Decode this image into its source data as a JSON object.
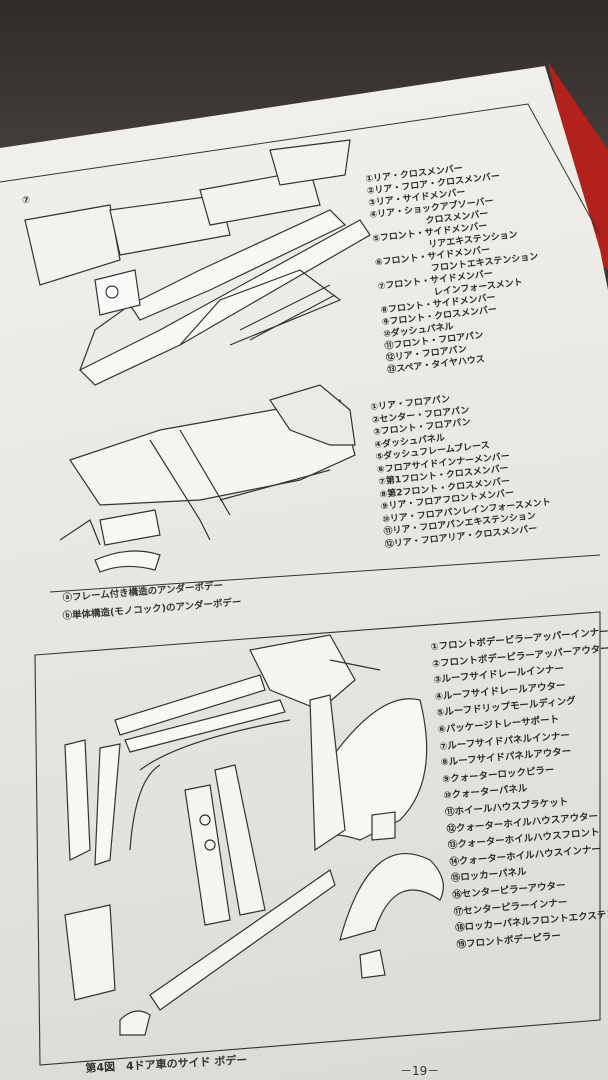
{
  "figure_top_marker": "⑦",
  "underbody_frame_parts": [
    {
      "num": "①",
      "label": "リア・クロスメンバー"
    },
    {
      "num": "②",
      "label": "リア・フロア・クロスメンバー"
    },
    {
      "num": "③",
      "label": "リア・サイドメンバー"
    },
    {
      "num": "④",
      "label": "リア・ショックアブソーバー",
      "cont": "クロスメンバー"
    },
    {
      "num": "⑤",
      "label": "フロント・サイドメンバー",
      "cont": "リアエキステンション"
    },
    {
      "num": "⑥",
      "label": "フロント・サイドメンバー",
      "cont": "フロントエキステンション"
    },
    {
      "num": "⑦",
      "label": "フロント・サイドメンバー",
      "cont": "レインフォースメント"
    },
    {
      "num": "⑧",
      "label": "フロント・サイドメンバー"
    },
    {
      "num": "⑨",
      "label": "フロント・クロスメンバー"
    },
    {
      "num": "⑩",
      "label": "ダッシュパネル"
    },
    {
      "num": "⑪",
      "label": "フロント・フロアパン"
    },
    {
      "num": "⑫",
      "label": "リア・フロアパン"
    },
    {
      "num": "⑬",
      "label": "スペア・タイヤハウス"
    }
  ],
  "underbody_monocoque_parts": [
    {
      "num": "①",
      "label": "リア・フロアパン"
    },
    {
      "num": "②",
      "label": "センター・フロアパン"
    },
    {
      "num": "③",
      "label": "フロント・フロアパン"
    },
    {
      "num": "④",
      "label": "ダッシュパネル"
    },
    {
      "num": "⑤",
      "label": "ダッシュフレームブレース"
    },
    {
      "num": "⑥",
      "label": "フロアサイドインナーメンバー"
    },
    {
      "num": "⑦",
      "label": "第1フロント・クロスメンバー"
    },
    {
      "num": "⑧",
      "label": "第2フロント・クロスメンバー"
    },
    {
      "num": "⑨",
      "label": "リア・フロアフロントメンバー"
    },
    {
      "num": "⑩",
      "label": "リア・フロアパンレインフォースメント"
    },
    {
      "num": "⑪",
      "label": "リア・フロアパンエキステンション"
    },
    {
      "num": "⑫",
      "label": "リア・フロアリア・クロスメンバー"
    }
  ],
  "captions": {
    "frame": "ⓐフレーム付き構造のアンダーボデー",
    "monocoque": "ⓑ単体構造(モノコック)のアンダーボデー",
    "side_body": "第4図　4ドア車のサイド ボデー"
  },
  "side_body_parts": [
    {
      "num": "①",
      "label": "フロントボデーピラーアッパーインナー"
    },
    {
      "num": "②",
      "label": "フロントボデーピラーアッパーアウター"
    },
    {
      "num": "③",
      "label": "ルーフサイドレールインナー"
    },
    {
      "num": "④",
      "label": "ルーフサイドレールアウター"
    },
    {
      "num": "⑤",
      "label": "ルーフドリップモールディング"
    },
    {
      "num": "⑥",
      "label": "パッケージトレーサポート"
    },
    {
      "num": "⑦",
      "label": "ルーフサイドパネルインナー"
    },
    {
      "num": "⑧",
      "label": "ルーフサイドパネルアウター"
    },
    {
      "num": "⑨",
      "label": "クォーターロックピラー"
    },
    {
      "num": "⑩",
      "label": "クォーターパネル"
    },
    {
      "num": "⑪",
      "label": "ホイールハウスブラケット"
    },
    {
      "num": "⑫",
      "label": "クォーターホイルハウスアウター"
    },
    {
      "num": "⑬",
      "label": "クォーターホイルハウスフロント"
    },
    {
      "num": "⑭",
      "label": "クォーターホイルハウスインナー"
    },
    {
      "num": "⑮",
      "label": "ロッカーパネル"
    },
    {
      "num": "⑯",
      "label": "センターピラーアウター"
    },
    {
      "num": "⑰",
      "label": "センターピラーインナー"
    },
    {
      "num": "⑱",
      "label": "ロッカーパネルフロントエクステンション"
    },
    {
      "num": "⑲",
      "label": "フロントボデーピラー"
    }
  ],
  "page_number": "－19－",
  "colors": {
    "page": "#eceae5",
    "ink": "#2a2a2a",
    "book_edge": "#b3211c",
    "background": "#3a3633"
  }
}
